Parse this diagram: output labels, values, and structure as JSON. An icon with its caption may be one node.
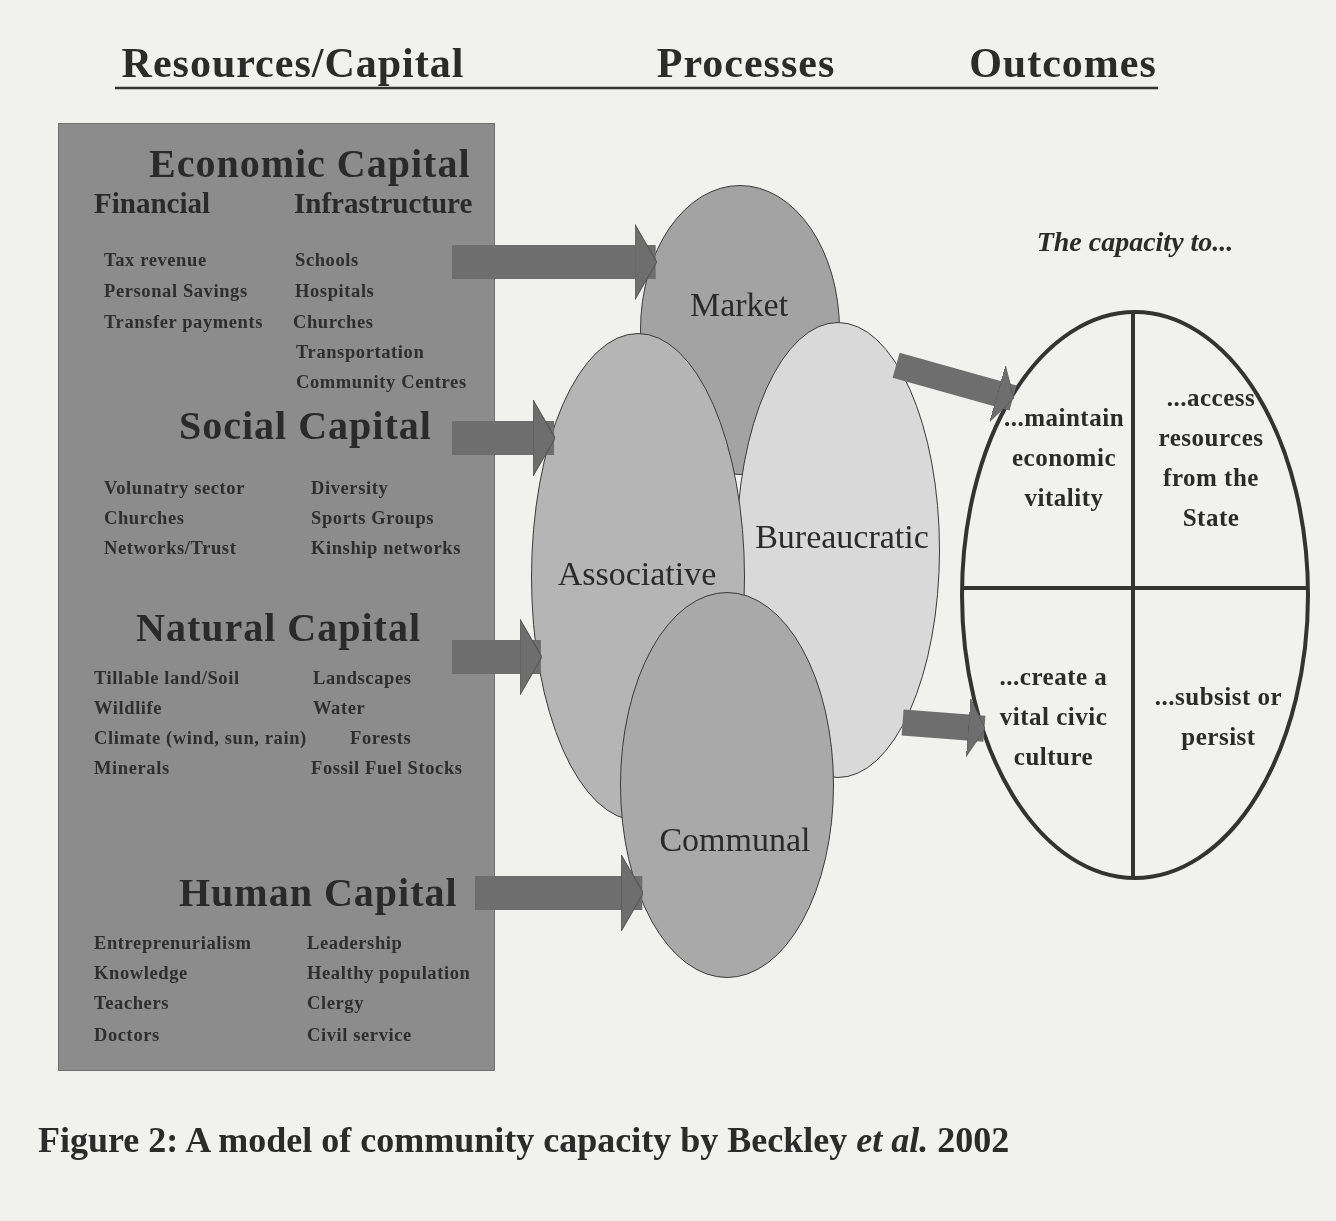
{
  "diagram": {
    "caption": "Figure 2: A model of community capacity by Beckley *et al.* 2002",
    "nodes": [
      {
        "text": [],
        "shape": "box"
      },
      {
        "text": [
          "Economic Capital",
          "Financial",
          "Infrastructure",
          "Tax revenue",
          "Schools",
          "Personal Savings",
          "Hospitals",
          "Transfer payments",
          "Churches",
          "Transportation",
          "Community Centres"
        ],
        "in": 0
      },
      {
        "text": [
          "Social Capital",
          "Volunatry sector",
          "Diversity",
          "Churches",
          "Sports Groups",
          "Networks/Trust",
          "Kinship networks"
        ],
        "in": 0
      },
      {
        "text": [
          "Natural Capital",
          "Tillable land/Soil",
          "Landscapes",
          "Wildlife",
          "Water",
          "Climate (wind, sun, rain)",
          "Forests",
          "Minerals",
          "Fossil Fuel Stocks"
        ],
        "in": 0
      },
      {
        "text": [
          "Human Capital",
          "Entreprenurialism",
          "Leadership",
          "Knowledge",
          "Healthy population",
          "Teachers",
          "Clergy",
          "Doctors",
          "Civil service"
        ],
        "in": 0
      },
      {
        "text": [
          "Market"
        ]
      },
      {
        "text": [
          "Associative"
        ]
      },
      {
        "text": [
          "Bureaucratic"
        ]
      },
      {
        "text": [
          "Communal"
        ]
      },
      {
        "text": [
          "The capacity to..."
        ]
      },
      {
        "text": [
          "...maintain economic vitality"
        ],
        "in": 9
      },
      {
        "text": [
          "...access resources from the State"
        ],
        "in": 9
      },
      {
        "text": [
          "...create a vital civic culture"
        ],
        "in": 9
      },
      {
        "text": [
          "...subsist or persist"
        ],
        "in": 9
      }
    ],
    "edges": [
      {
        "from": 1,
        "to": 5,
        "arrow": "to"
      },
      {
        "from": 2,
        "to": 6,
        "arrow": "to"
      },
      {
        "from": 3,
        "to": 6,
        "arrow": "to"
      },
      {
        "from": 4,
        "to": 8,
        "arrow": "to"
      },
      {
        "from": 7,
        "to": 9,
        "arrow": "to"
      },
      {
        "from": 7,
        "to": 9,
        "arrow": "to"
      }
    ],
    "labels": [
      "Resources/Capital",
      "Processes",
      "Outcomes"
    ]
  }
}
